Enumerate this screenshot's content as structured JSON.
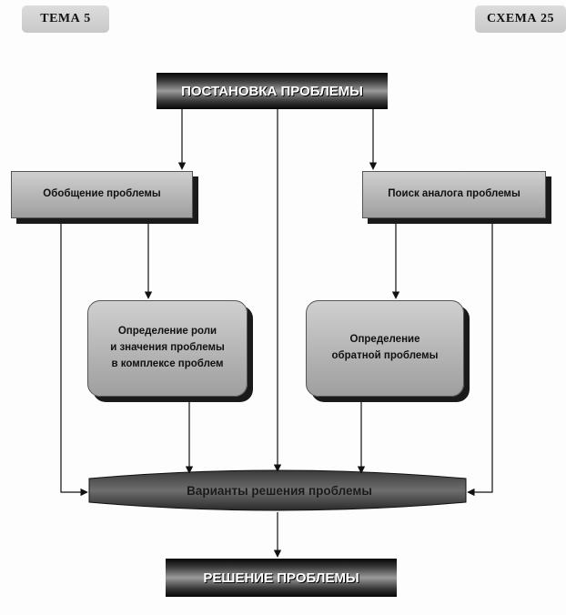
{
  "header": {
    "left_tag": "ТЕМА 5",
    "right_tag": "СХЕМА 25"
  },
  "diagram": {
    "top": "ПОСТАНОВКА ПРОБЛЕМЫ",
    "left_box": "Обобщение проблемы",
    "right_box": "Поиск аналога проблемы",
    "left_rounded_lines": [
      "Определение роли",
      "и значения проблемы",
      "в комплексе проблем"
    ],
    "right_rounded_lines": [
      "Определение",
      "обратной проблемы"
    ],
    "variants": "Варианты решения проблемы",
    "bottom": "РЕШЕНИЕ ПРОБЛЕМЫ"
  }
}
